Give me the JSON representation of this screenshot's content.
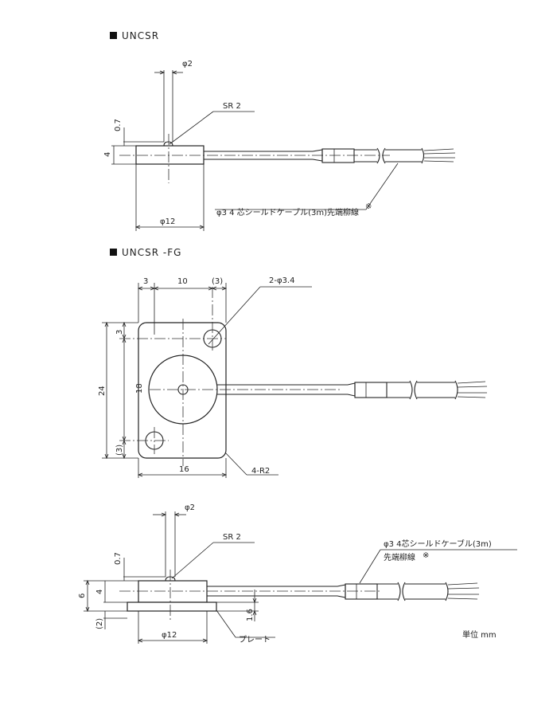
{
  "section1": {
    "title": "UNCSR",
    "dims": {
      "phi2": "φ2",
      "sr2": "SR 2",
      "d07": "0.7",
      "d4": "4",
      "phi12": "φ12"
    },
    "cable_note": "φ3 4 芯シールドケーブル(3m)先端柳線",
    "cable_mark": "※"
  },
  "section2": {
    "title": "UNCSR -FG",
    "dims": {
      "d3a": "3",
      "d10": "10",
      "d3b": "(3)",
      "hole": "2-φ3.4",
      "d24": "24",
      "d18": "18",
      "d3c": "3",
      "d3d": "(3)",
      "d16": "16",
      "r2": "4-R2"
    }
  },
  "section3": {
    "dims": {
      "phi2": "φ2",
      "sr2": "SR 2",
      "d07": "0.7",
      "d6": "6",
      "d4": "4",
      "d2": "(2)",
      "d16": "1.6",
      "phi12": "φ12"
    },
    "plate": "プレート",
    "cable_note_1": "φ3 4芯シールドケーブル(3m)",
    "cable_note_2": "先端柳線",
    "cable_mark": "※"
  },
  "unit": "単位 mm"
}
